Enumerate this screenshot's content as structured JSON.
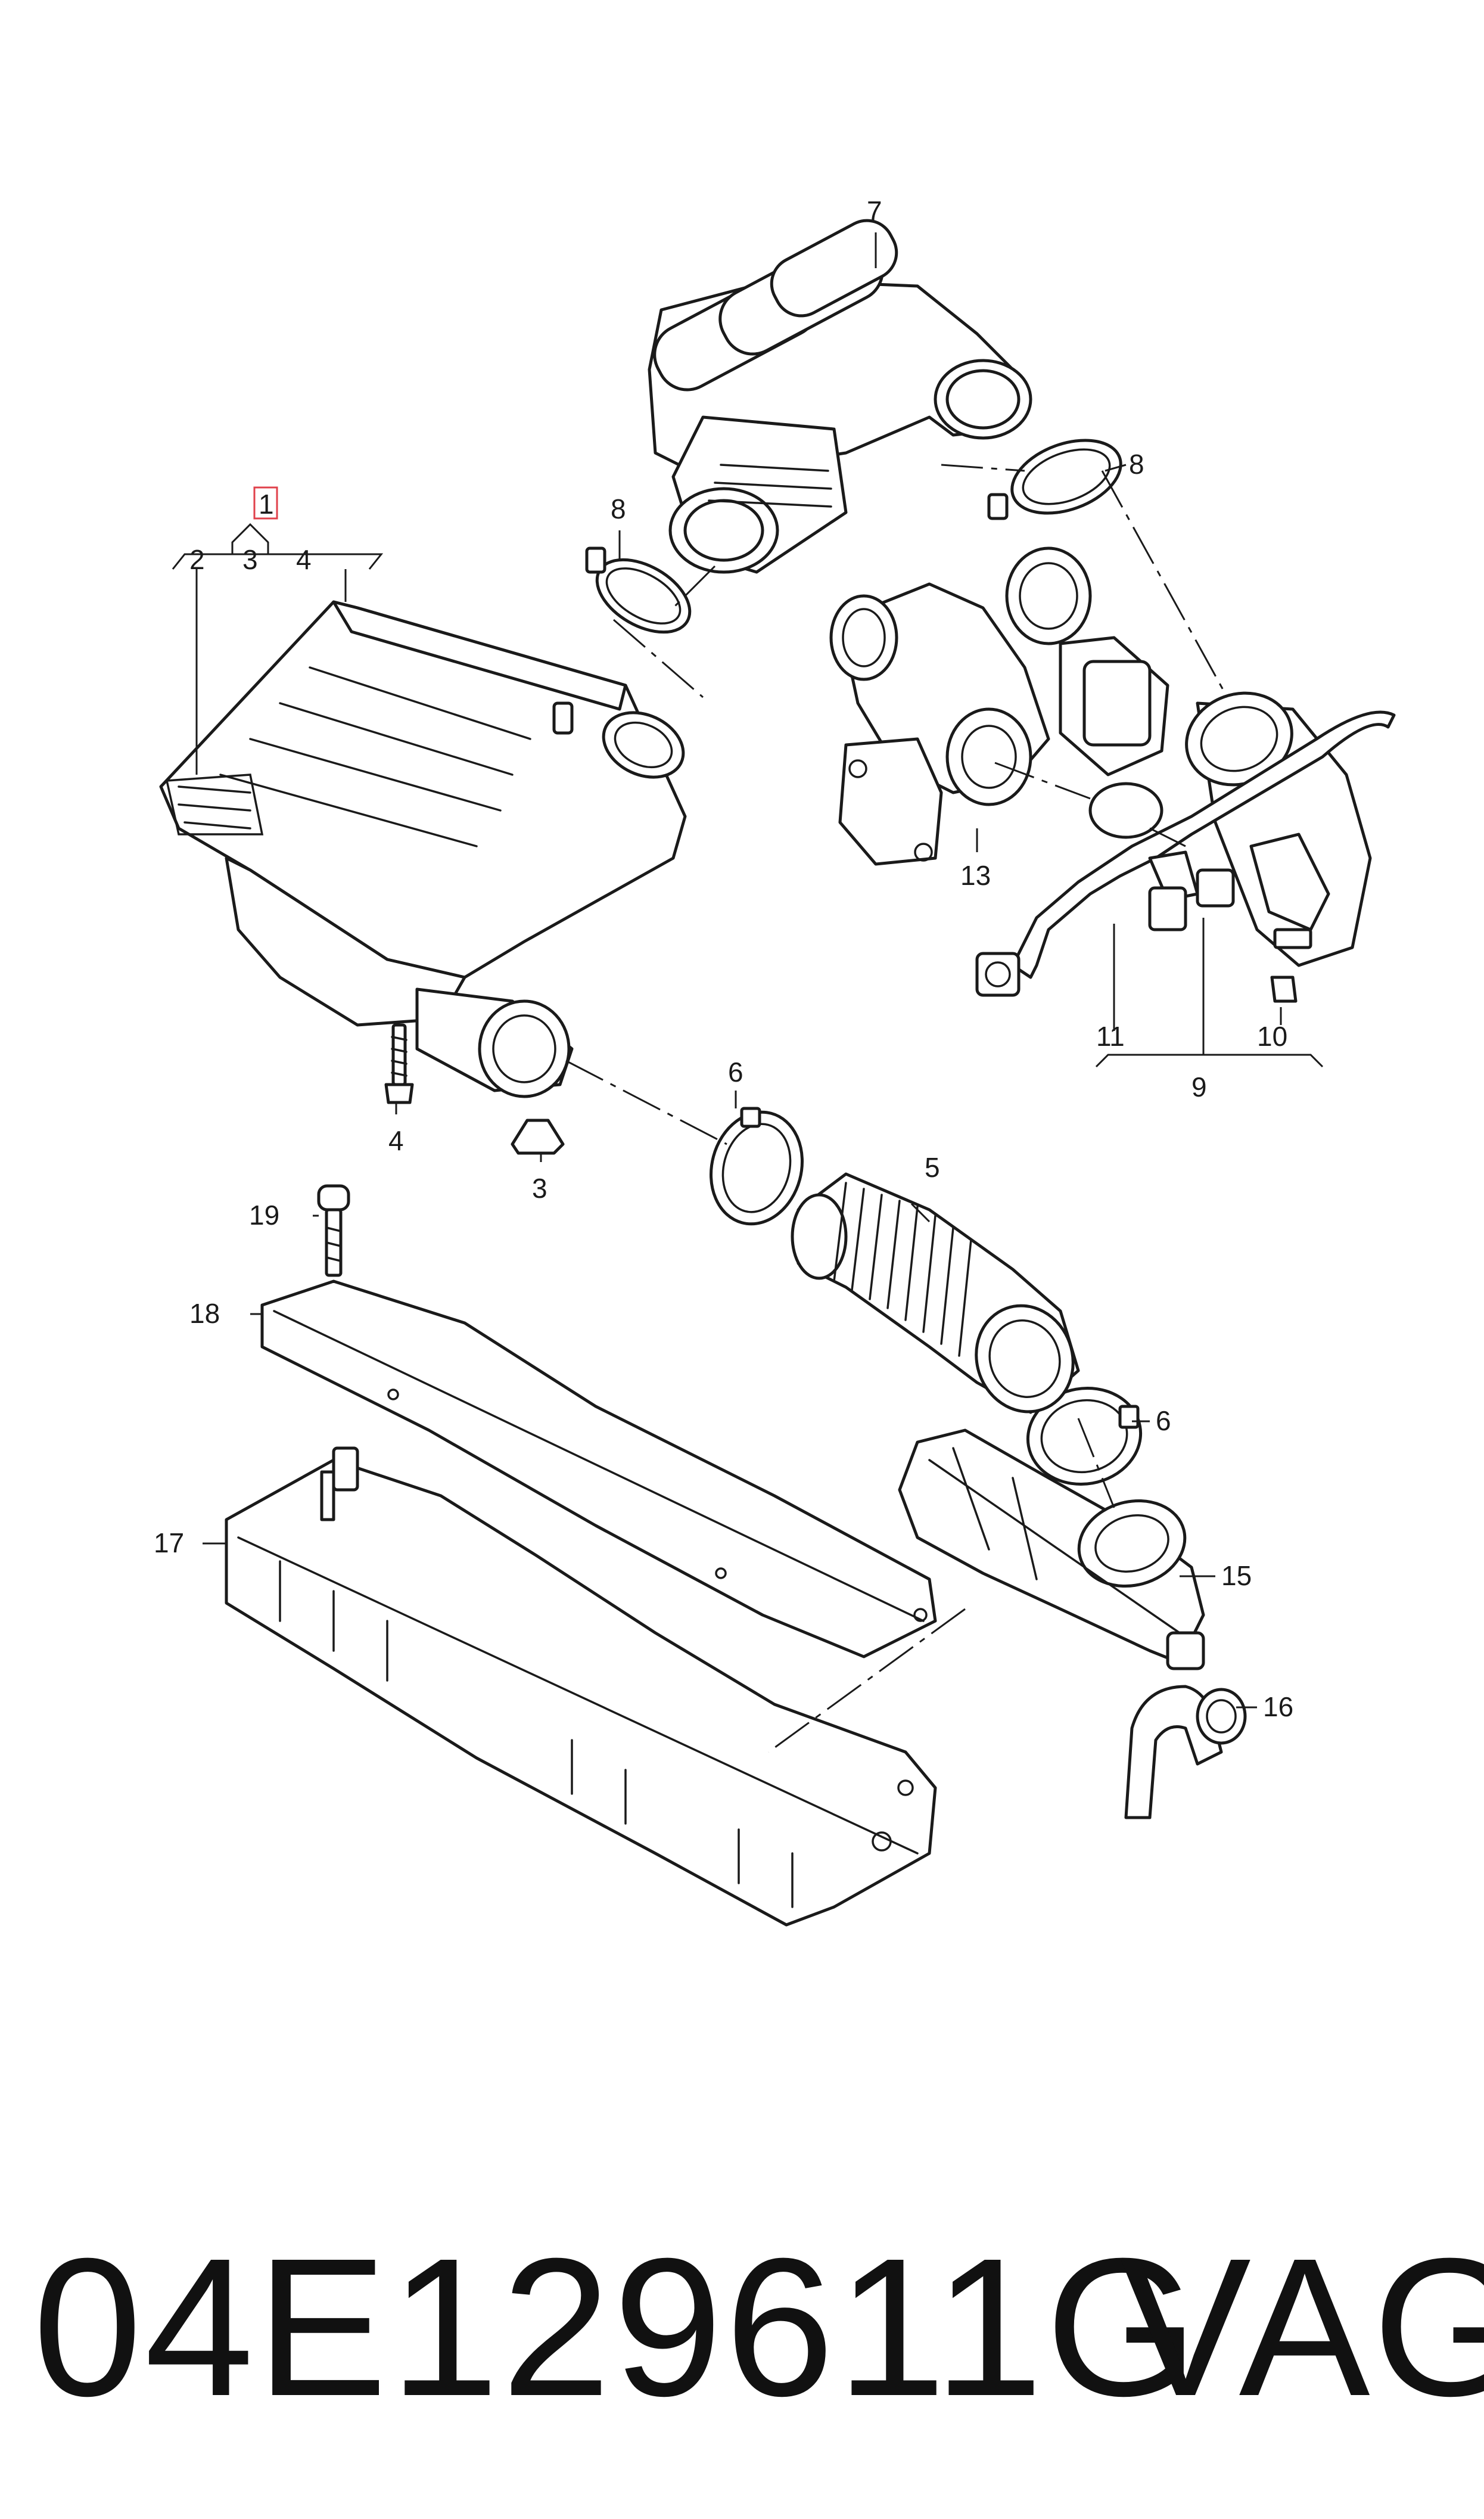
{
  "footer": {
    "part_number": "04E129611G",
    "brand": "VAG"
  },
  "callouts": {
    "c1": "1",
    "c2": "2",
    "c3a": "3",
    "c4a": "4",
    "c3b": "3",
    "c4b": "4",
    "c5": "5",
    "c6a": "6",
    "c6b": "6",
    "c7": "7",
    "c8a": "8",
    "c8b": "8",
    "c9": "9",
    "c10": "10",
    "c11": "11",
    "c13": "13",
    "c15": "15",
    "c16": "16",
    "c17": "17",
    "c18": "18",
    "c19": "19"
  },
  "colors": {
    "line": "#1a1a1a",
    "highlight": "#e0414b",
    "background": "#ffffff"
  }
}
